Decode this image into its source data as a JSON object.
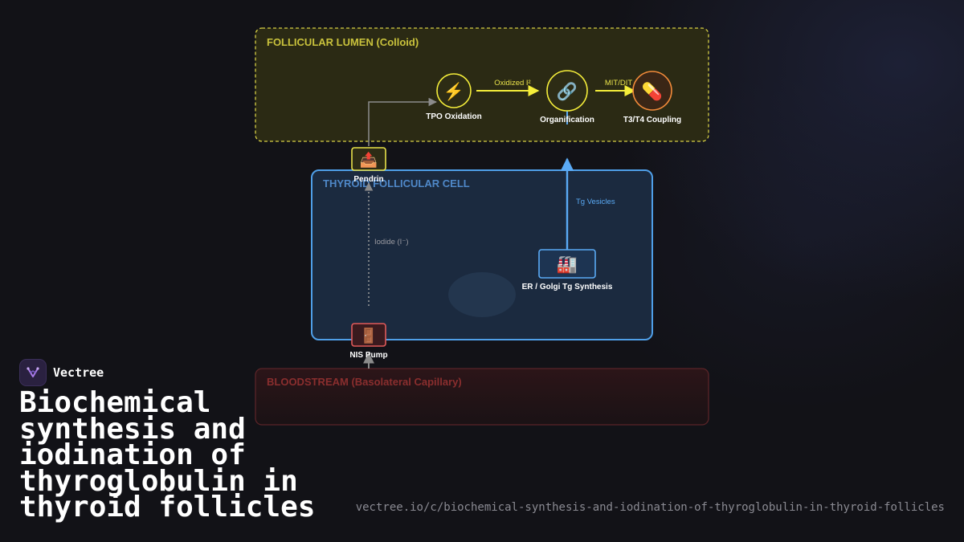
{
  "diagram": {
    "regions": {
      "lumen": {
        "title": "FOLLICULAR LUMEN (Colloid)",
        "color": "#c9c23c"
      },
      "cell": {
        "title": "THYROID FOLLICULAR CELL",
        "color": "#4f9fe8"
      },
      "blood": {
        "title": "BLOODSTREAM (Basolateral Capillary)",
        "color": "#8a2e2e"
      }
    },
    "nodes": {
      "tpo": {
        "label": "TPO Oxidation",
        "icon": "⚡"
      },
      "organification": {
        "label": "Organification",
        "icon": "🔗"
      },
      "coupling": {
        "label": "T3/T4 Coupling",
        "icon": "💊"
      },
      "pendrin": {
        "label": "Pendrin",
        "icon": "📤"
      },
      "er_golgi": {
        "label": "ER / Golgi Tg Synthesis",
        "icon": "🏭"
      },
      "nis": {
        "label": "NIS Pump",
        "icon": "🚪"
      }
    },
    "edges": {
      "oxidized": "Oxidized I²",
      "mitdit": "MIT/DIT",
      "tg_vesicles": "Tg Vesicles",
      "iodide": "Iodide (I⁻)"
    }
  },
  "brand": {
    "name": "Vectree"
  },
  "headline": "Biochemical synthesis and iodination of thyroglobulin in thyroid follicles",
  "url": "vectree.io/c/biochemical-synthesis-and-iodination-of-thyroglobulin-in-thyroid-follicles"
}
